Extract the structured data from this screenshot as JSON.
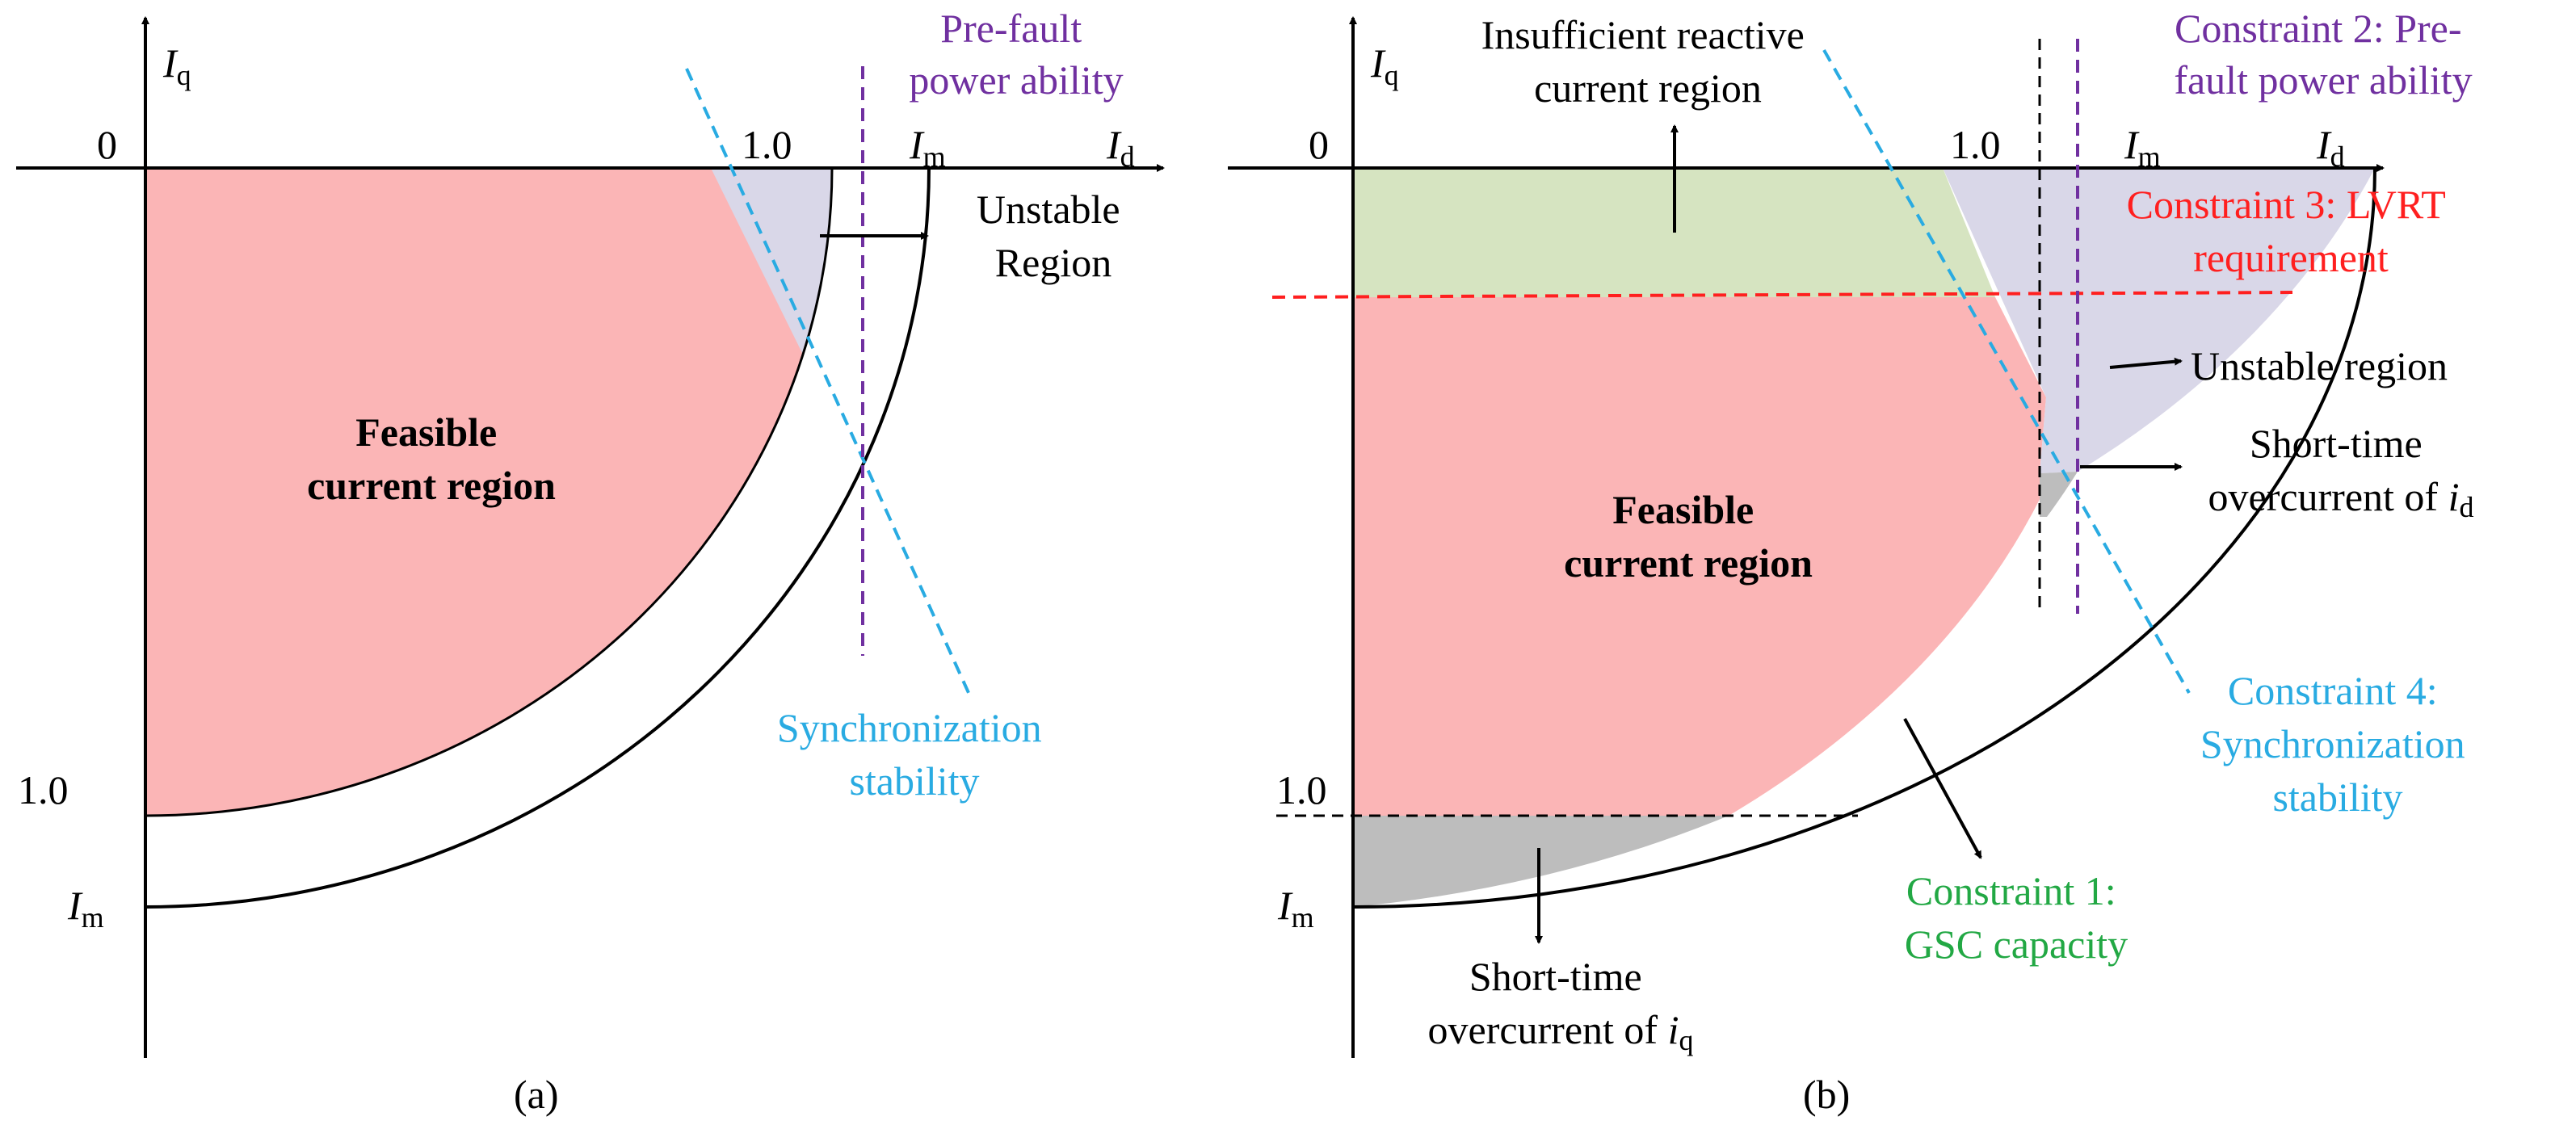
{
  "colors": {
    "feasible": "#fbb5b6",
    "unstable": "#d9d7e8",
    "insufficient": "#d6e4c1",
    "overcurrent": "#bdbdbd",
    "sync_line": "#29abe2",
    "prefault_line": "#7030a0",
    "lvrt_line": "#ff1f1f",
    "gsc_text": "#22a844",
    "black": "#000000"
  },
  "panel_a": {
    "caption": "(a)",
    "origin_label": "0",
    "iq_axis": {
      "main": "I",
      "sub": "q"
    },
    "id_axis": {
      "main": "I",
      "sub": "d"
    },
    "id_tick_one": "1.0",
    "id_tick_m": {
      "main": "I",
      "sub": "m"
    },
    "iq_tick_one": "1.0",
    "iq_tick_m": {
      "main": "I",
      "sub": "m"
    },
    "prefault_line1": "Pre-fault",
    "prefault_line2": "power ability",
    "unstable_line1": "Unstable",
    "unstable_line2": "Region",
    "feasible_line1": "Feasible",
    "feasible_line2": "current region",
    "sync_line1": "Synchronization",
    "sync_line2": "stability"
  },
  "panel_b": {
    "caption": "(b)",
    "origin_label": "0",
    "iq_axis": {
      "main": "I",
      "sub": "q"
    },
    "id_axis": {
      "main": "I",
      "sub": "d"
    },
    "id_tick_one": "1.0",
    "id_tick_m": {
      "main": "I",
      "sub": "m"
    },
    "iq_tick_one": "1.0",
    "iq_tick_m": {
      "main": "I",
      "sub": "m"
    },
    "insufficient_line1": "Insufficient reactive",
    "insufficient_line2": "current region",
    "c2_line1": "Constraint 2: Pre-",
    "c2_line2": "fault power ability",
    "c3_line1": "Constraint 3: LVRT",
    "c3_line2": "requirement",
    "unstable": "Unstable region",
    "st_id_line1": "Short-time",
    "st_id_line2_text": "overcurrent of ",
    "st_id_var": {
      "main": "i",
      "sub": "d"
    },
    "feasible_line1": "Feasible",
    "feasible_line2": "current region",
    "c4_line1": "Constraint 4:",
    "c4_line2": "Synchronization",
    "c4_line3": "stability",
    "c1_line1": "Constraint 1:",
    "c1_line2": "GSC capacity",
    "st_iq_line1": "Short-time",
    "st_iq_line2_text": "overcurrent of ",
    "st_iq_var": {
      "main": "i",
      "sub": "q"
    }
  }
}
